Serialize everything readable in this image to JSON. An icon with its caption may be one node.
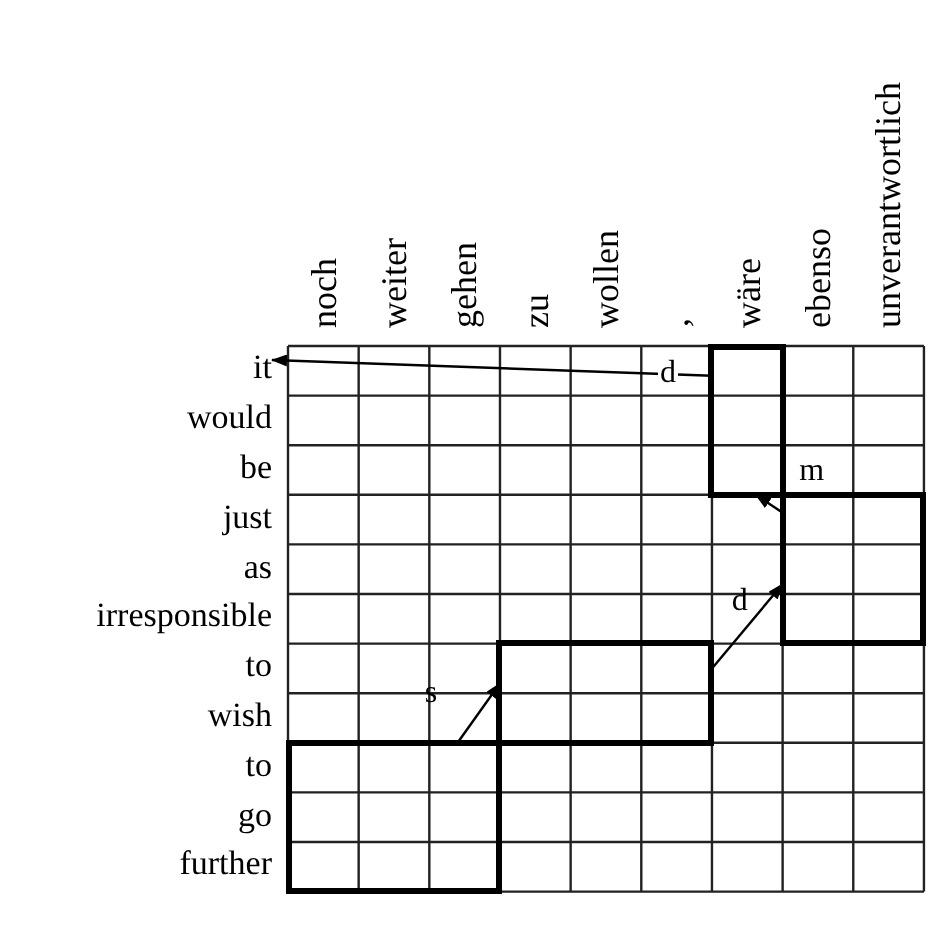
{
  "diagram": {
    "nodes": [
      {
        "text": [
          "it"
        ]
      },
      {
        "text": [],
        "shape": "box"
      },
      {
        "text": [],
        "shape": "box"
      },
      {
        "text": [],
        "shape": "box"
      },
      {
        "text": [],
        "shape": "box"
      }
    ],
    "edges": [
      {
        "from": 1,
        "to": 0,
        "arrow": "to",
        "label": "d"
      },
      {
        "from": 2,
        "to": 1,
        "arrow": "to",
        "label": "m"
      },
      {
        "from": 3,
        "to": 2,
        "arrow": "to",
        "label": "d"
      },
      {
        "from": 4,
        "to": 3,
        "arrow": "to",
        "label": "s"
      }
    ],
    "labels": [
      "noch",
      "weiter",
      "gehen",
      "zu",
      "wollen",
      ",",
      "wäre",
      "ebenso",
      "unverantwortlich",
      "would",
      "be",
      "just",
      "as",
      "irresponsible",
      "to",
      "wish",
      "to",
      "go",
      "further"
    ]
  }
}
